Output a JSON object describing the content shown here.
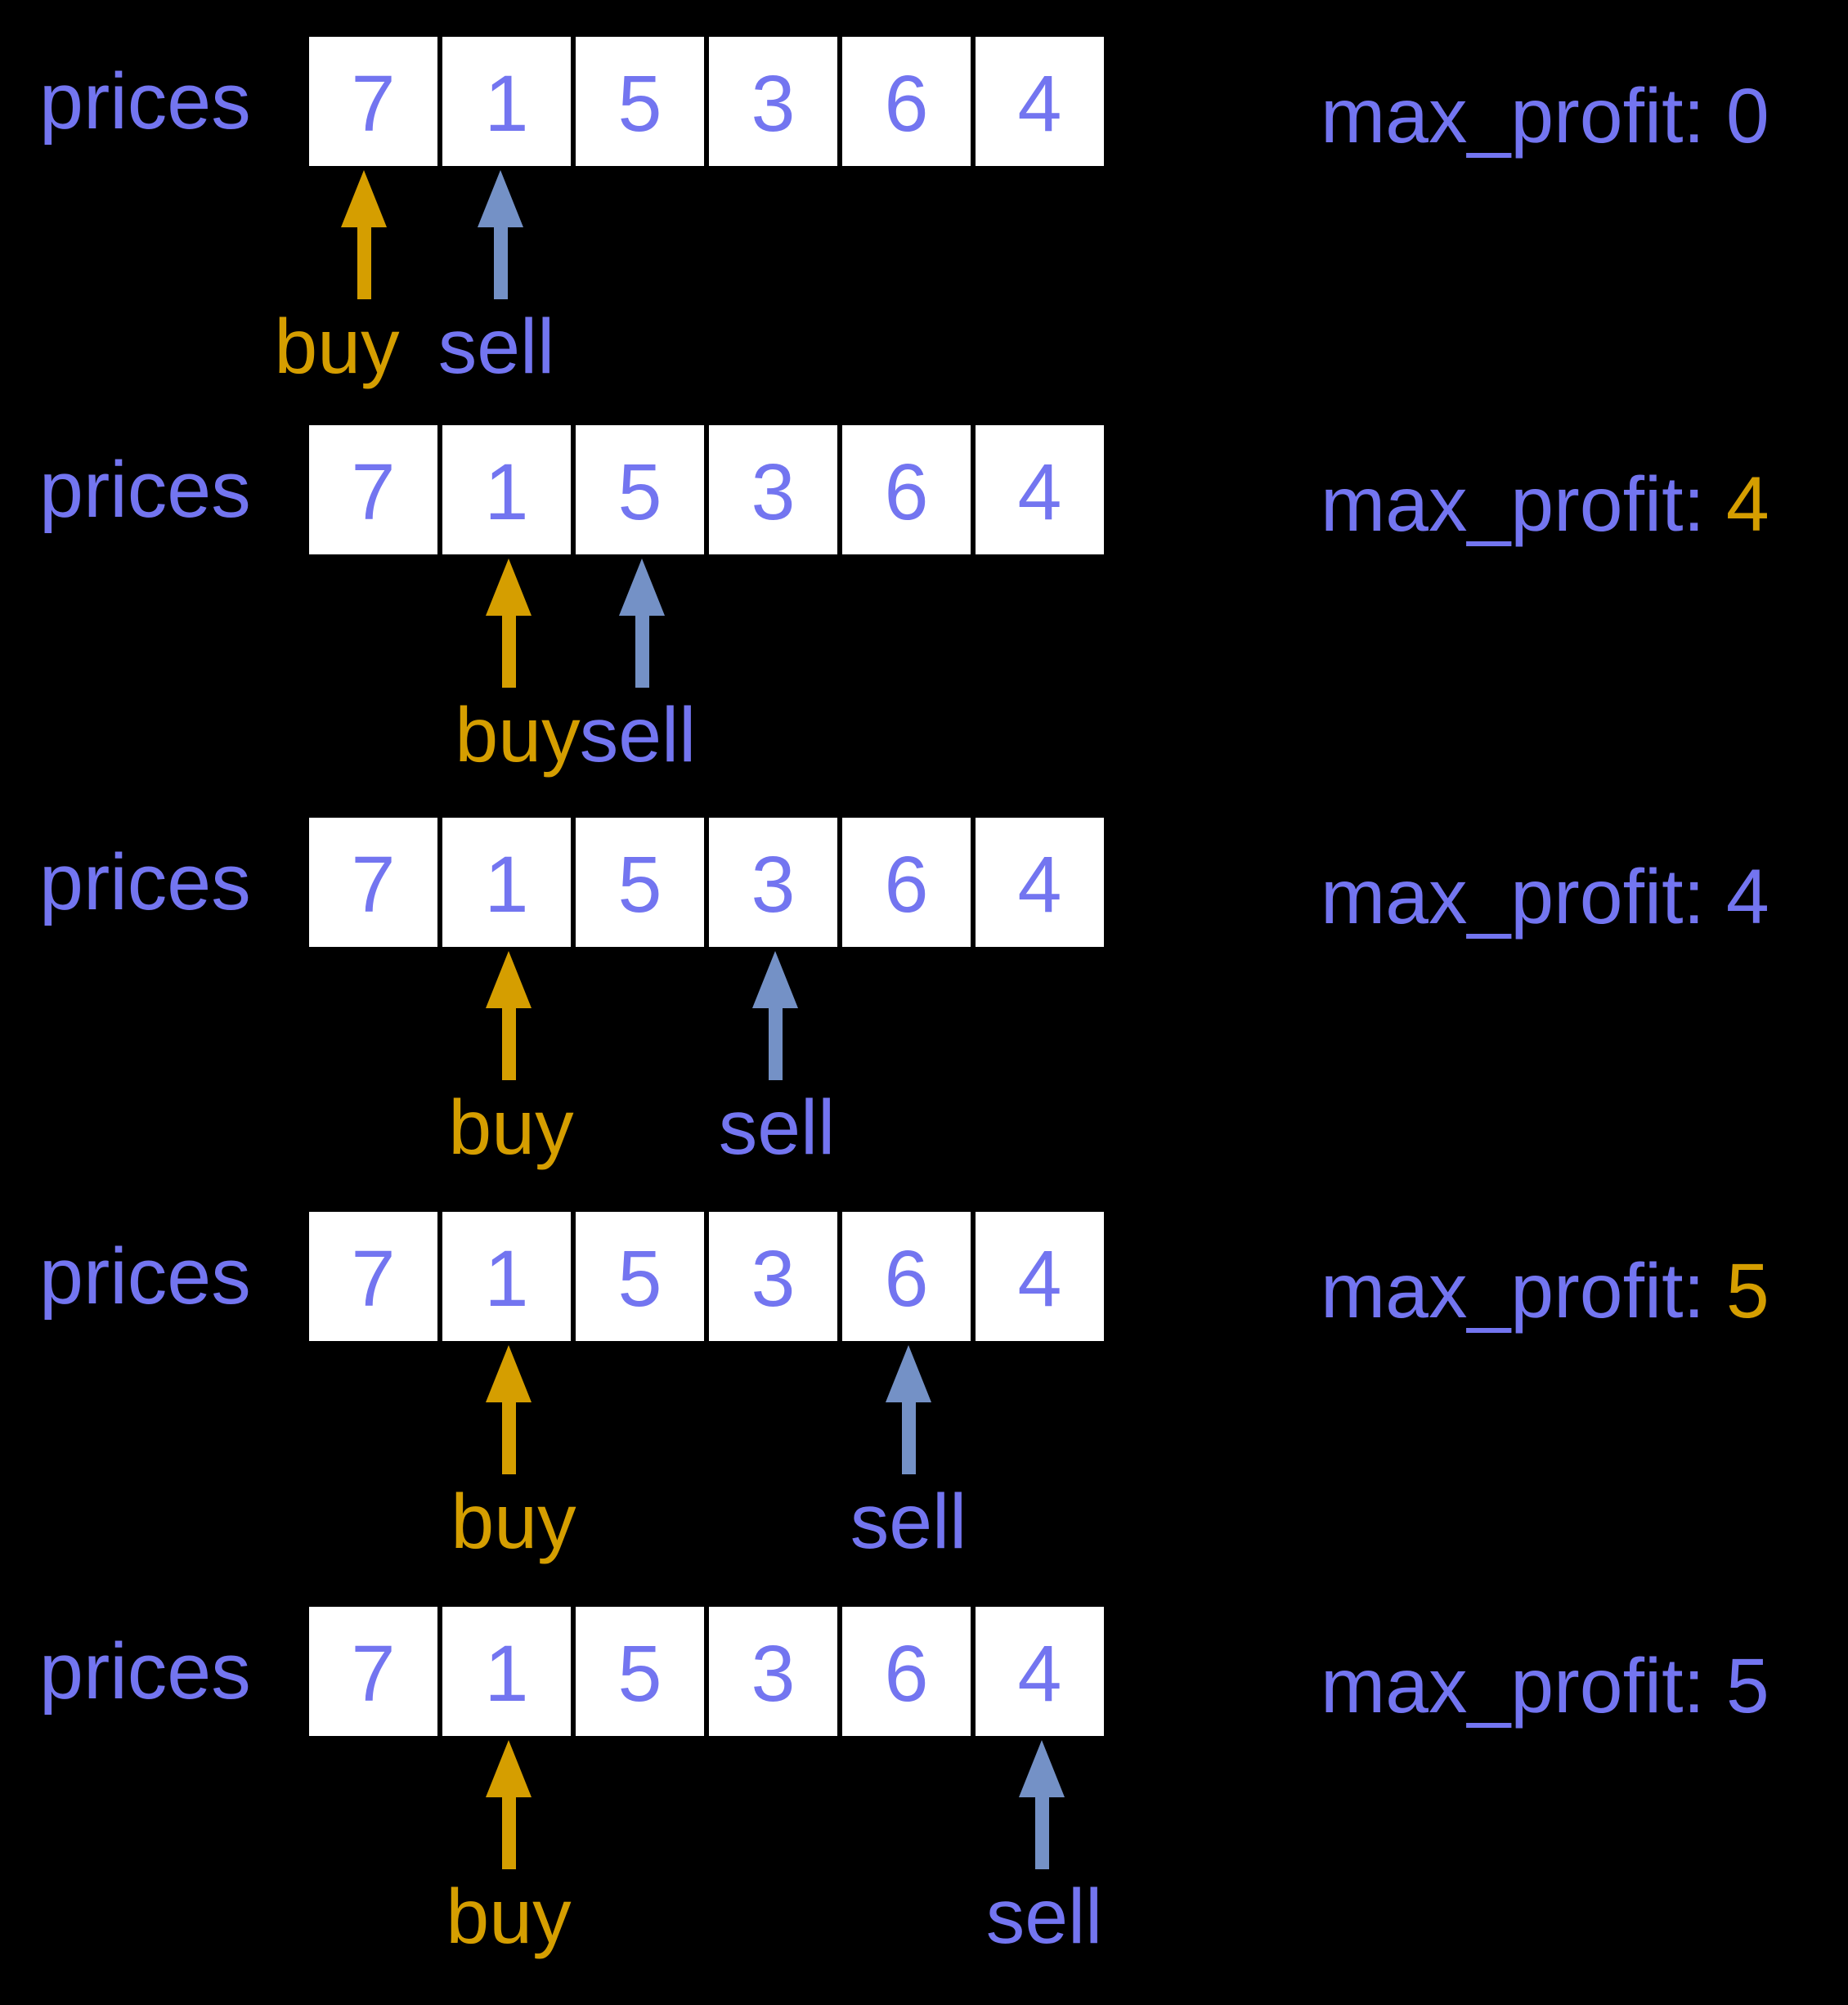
{
  "colors": {
    "background": "#000000",
    "purple": "#7375F0",
    "amber": "#D59E00",
    "steel": "#7491C6",
    "cell_background": "#FFFFFF"
  },
  "rows": [
    {
      "prices_label": "prices",
      "cells": [
        "7",
        "1",
        "5",
        "3",
        "6",
        "4"
      ],
      "buy_label": "buy",
      "sell_label": "sell",
      "buy_index": 0,
      "sell_index": 1,
      "max_profit_label": "max_profit:",
      "max_profit_value": "0",
      "max_profit_value_color": "#7375F0"
    },
    {
      "prices_label": "prices",
      "cells": [
        "7",
        "1",
        "5",
        "3",
        "6",
        "4"
      ],
      "buy_label": "buy",
      "sell_label": "sell",
      "buy_index": 1,
      "sell_index": 2,
      "max_profit_label": "max_profit:",
      "max_profit_value": "4",
      "max_profit_value_color": "#D59E00"
    },
    {
      "prices_label": "prices",
      "cells": [
        "7",
        "1",
        "5",
        "3",
        "6",
        "4"
      ],
      "buy_label": "buy",
      "sell_label": "sell",
      "buy_index": 1,
      "sell_index": 3,
      "max_profit_label": "max_profit:",
      "max_profit_value": "4",
      "max_profit_value_color": "#7375F0"
    },
    {
      "prices_label": "prices",
      "cells": [
        "7",
        "1",
        "5",
        "3",
        "6",
        "4"
      ],
      "buy_label": "buy",
      "sell_label": "sell",
      "buy_index": 1,
      "sell_index": 4,
      "max_profit_label": "max_profit:",
      "max_profit_value": "5",
      "max_profit_value_color": "#D59E00"
    },
    {
      "prices_label": "prices",
      "cells": [
        "7",
        "1",
        "5",
        "3",
        "6",
        "4"
      ],
      "buy_label": "buy",
      "sell_label": "sell",
      "buy_index": 1,
      "sell_index": 5,
      "max_profit_label": "max_profit:",
      "max_profit_value": "5",
      "max_profit_value_color": "#7375F0"
    }
  ]
}
